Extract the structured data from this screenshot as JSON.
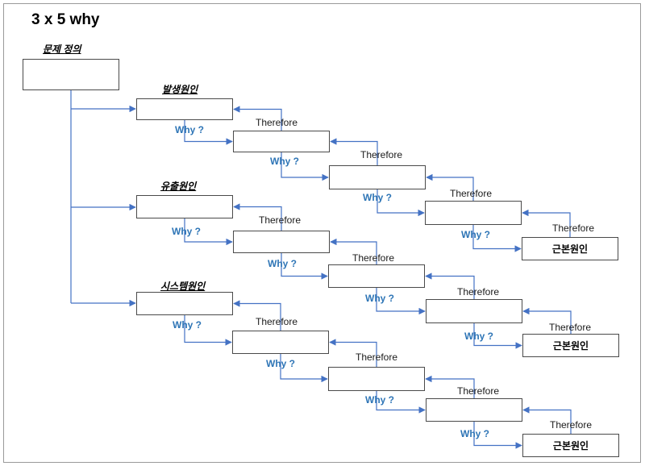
{
  "title": "3 x 5 why",
  "labels": {
    "problem": "문제 정의",
    "cause_occurrence": "발생원인",
    "cause_outflow": "유출원인",
    "cause_system": "시스템원인"
  },
  "why_label": "Why ?",
  "therefore_label": "Therefore",
  "root_cause_label": "근본원인",
  "colors": {
    "arrow": "#4472c4",
    "why_text": "#2e75b6",
    "box_border": "#4a4a4a"
  }
}
